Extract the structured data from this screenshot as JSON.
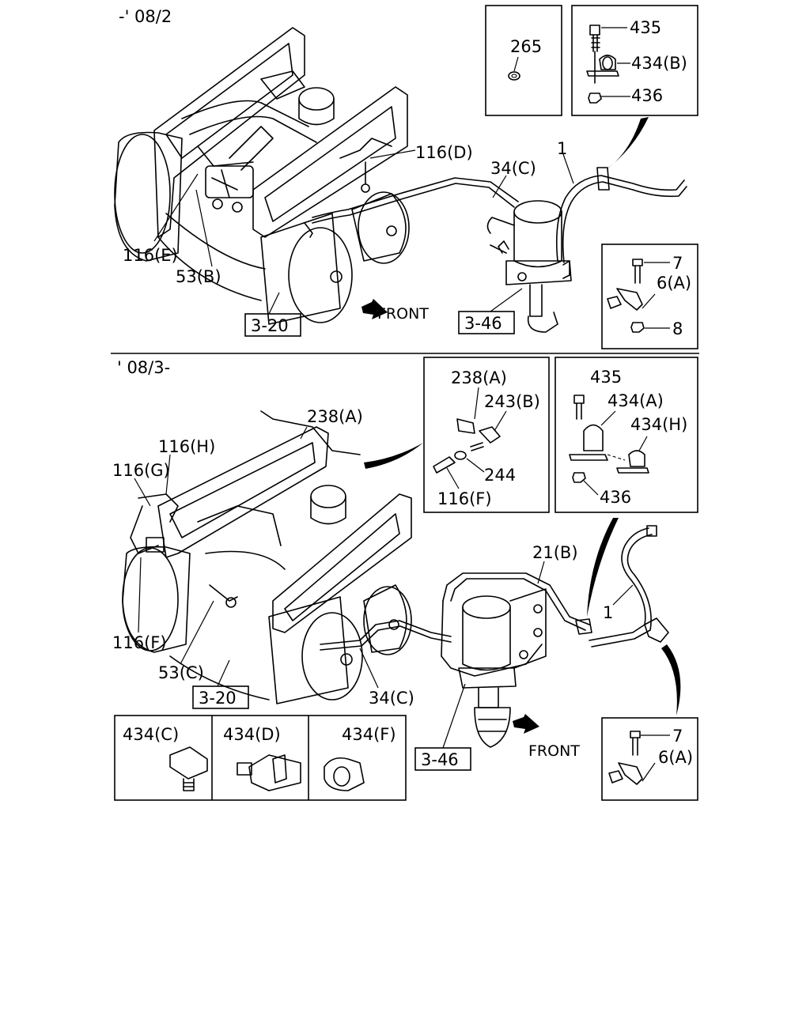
{
  "top_section": {
    "period": "-' 08/2",
    "labels": {
      "p116D": "116(D)",
      "p1": "1",
      "p34C": "34(C)",
      "p116E": "116(E)",
      "p53B": "53(B)",
      "front": "FRONT",
      "ref320": "3-20",
      "ref346": "3-46"
    },
    "inset_265": {
      "part": "265"
    },
    "inset_clamp": {
      "bolt": "435",
      "clamp": "434(B)",
      "nut": "436"
    },
    "inset_bracket": {
      "bolt": "7",
      "bracket": "6(A)",
      "nut": "8"
    }
  },
  "bottom_section": {
    "period": "' 08/3-",
    "labels": {
      "p238A": "238(A)",
      "p116H": "116(H)",
      "p116G": "116(G)",
      "p116F": "116(F)",
      "p53C": "53(C)",
      "ref320": "3-20",
      "p34C": "34(C)",
      "p21B": "21(B)",
      "p1": "1",
      "ref346": "3-46",
      "front": "FRONT"
    },
    "inset_fitting": {
      "p238A": "238(A)",
      "p243B": "243(B)",
      "p244": "244",
      "p116F": "116(F)"
    },
    "inset_clamps": {
      "bolt": "435",
      "clampA": "434(A)",
      "clampH": "434(H)",
      "nut": "436"
    },
    "clip_row": {
      "c": "434(C)",
      "d": "434(D)",
      "f": "434(F)"
    },
    "inset_bracket": {
      "bolt": "7",
      "bracket": "6(A)"
    }
  }
}
